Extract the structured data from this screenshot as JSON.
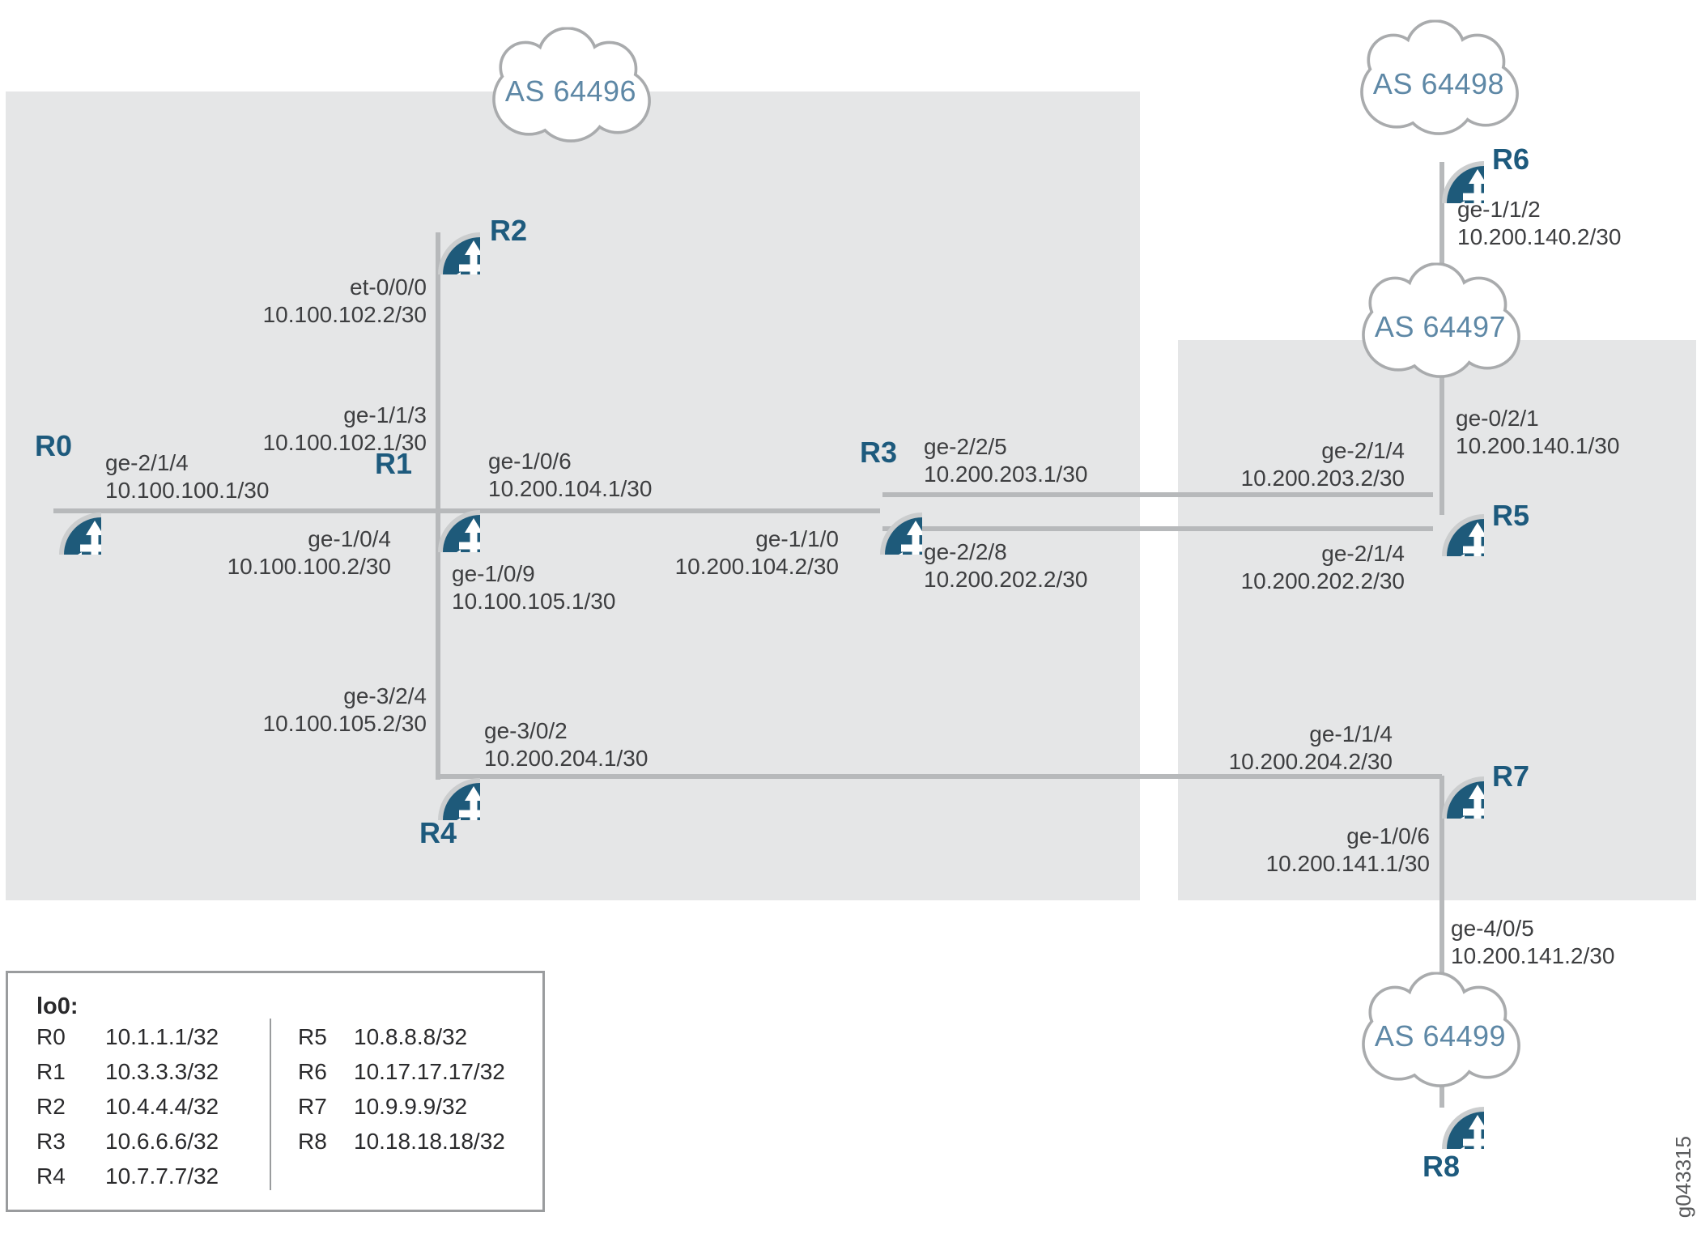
{
  "clouds": [
    {
      "id": "as64496",
      "label": "AS 64496"
    },
    {
      "id": "as64498",
      "label": "AS 64498"
    },
    {
      "id": "as64497",
      "label": "AS 64497"
    },
    {
      "id": "as64499",
      "label": "AS 64499"
    }
  ],
  "routers": [
    {
      "id": "r0",
      "label": "R0"
    },
    {
      "id": "r1",
      "label": "R1"
    },
    {
      "id": "r2",
      "label": "R2"
    },
    {
      "id": "r3",
      "label": "R3"
    },
    {
      "id": "r4",
      "label": "R4"
    },
    {
      "id": "r5",
      "label": "R5"
    },
    {
      "id": "r6",
      "label": "R6"
    },
    {
      "id": "r7",
      "label": "R7"
    },
    {
      "id": "r8",
      "label": "R8"
    }
  ],
  "interface_labels": {
    "et000": {
      "interface": "et-0/0/0",
      "ip": "10.100.102.2/30"
    },
    "ge113": {
      "interface": "ge-1/1/3",
      "ip": "10.100.102.1/30"
    },
    "ge214_r0": {
      "interface": "ge-2/1/4",
      "ip": "10.100.100.1/30"
    },
    "ge104": {
      "interface": "ge-1/0/4",
      "ip": "10.100.100.2/30"
    },
    "ge106_r1": {
      "interface": "ge-1/0/6",
      "ip": "10.200.104.1/30"
    },
    "ge110": {
      "interface": "ge-1/1/0",
      "ip": "10.200.104.2/30"
    },
    "ge109": {
      "interface": "ge-1/0/9",
      "ip": "10.100.105.1/30"
    },
    "ge225": {
      "interface": "ge-2/2/5",
      "ip": "10.200.203.1/30"
    },
    "ge228": {
      "interface": "ge-2/2/8",
      "ip": "10.200.202.2/30"
    },
    "ge214_r5_upper": {
      "interface": "ge-2/1/4",
      "ip": "10.200.203.2/30"
    },
    "ge214_r5_lower": {
      "interface": "ge-2/1/4",
      "ip": "10.200.202.2/30"
    },
    "ge021": {
      "interface": "ge-0/2/1",
      "ip": "10.200.140.1/30"
    },
    "ge112": {
      "interface": "ge-1/1/2",
      "ip": "10.200.140.2/30"
    },
    "ge324": {
      "interface": "ge-3/2/4",
      "ip": "10.100.105.2/30"
    },
    "ge302": {
      "interface": "ge-3/0/2",
      "ip": "10.200.204.1/30"
    },
    "ge114": {
      "interface": "ge-1/1/4",
      "ip": "10.200.204.2/30"
    },
    "ge106_r7": {
      "interface": "ge-1/0/6",
      "ip": "10.200.141.1/30"
    },
    "ge405": {
      "interface": "ge-4/0/5",
      "ip": "10.200.141.2/30"
    }
  },
  "legend": {
    "header": "lo0:",
    "left": [
      {
        "router": "R0",
        "ip": "10.1.1.1/32"
      },
      {
        "router": "R1",
        "ip": "10.3.3.3/32"
      },
      {
        "router": "R2",
        "ip": "10.4.4.4/32"
      },
      {
        "router": "R3",
        "ip": "10.6.6.6/32"
      },
      {
        "router": "R4",
        "ip": "10.7.7.7/32"
      }
    ],
    "right": [
      {
        "router": "R5",
        "ip": "10.8.8.8/32"
      },
      {
        "router": "R6",
        "ip": "10.17.17.17/32"
      },
      {
        "router": "R7",
        "ip": "10.9.9.9/32"
      },
      {
        "router": "R8",
        "ip": "10.18.18.18/32"
      }
    ]
  },
  "watermark": "g043315",
  "colors": {
    "router_body": "#1e5a7a",
    "router_ring": "#cbcdce",
    "link": "#b7b9bb",
    "region_bg": "#e5e6e7",
    "cloud_stroke": "#a9abad",
    "as_label": "#5e88a6",
    "router_label": "#1d5a7d",
    "interface_text": "#3d3e40"
  }
}
